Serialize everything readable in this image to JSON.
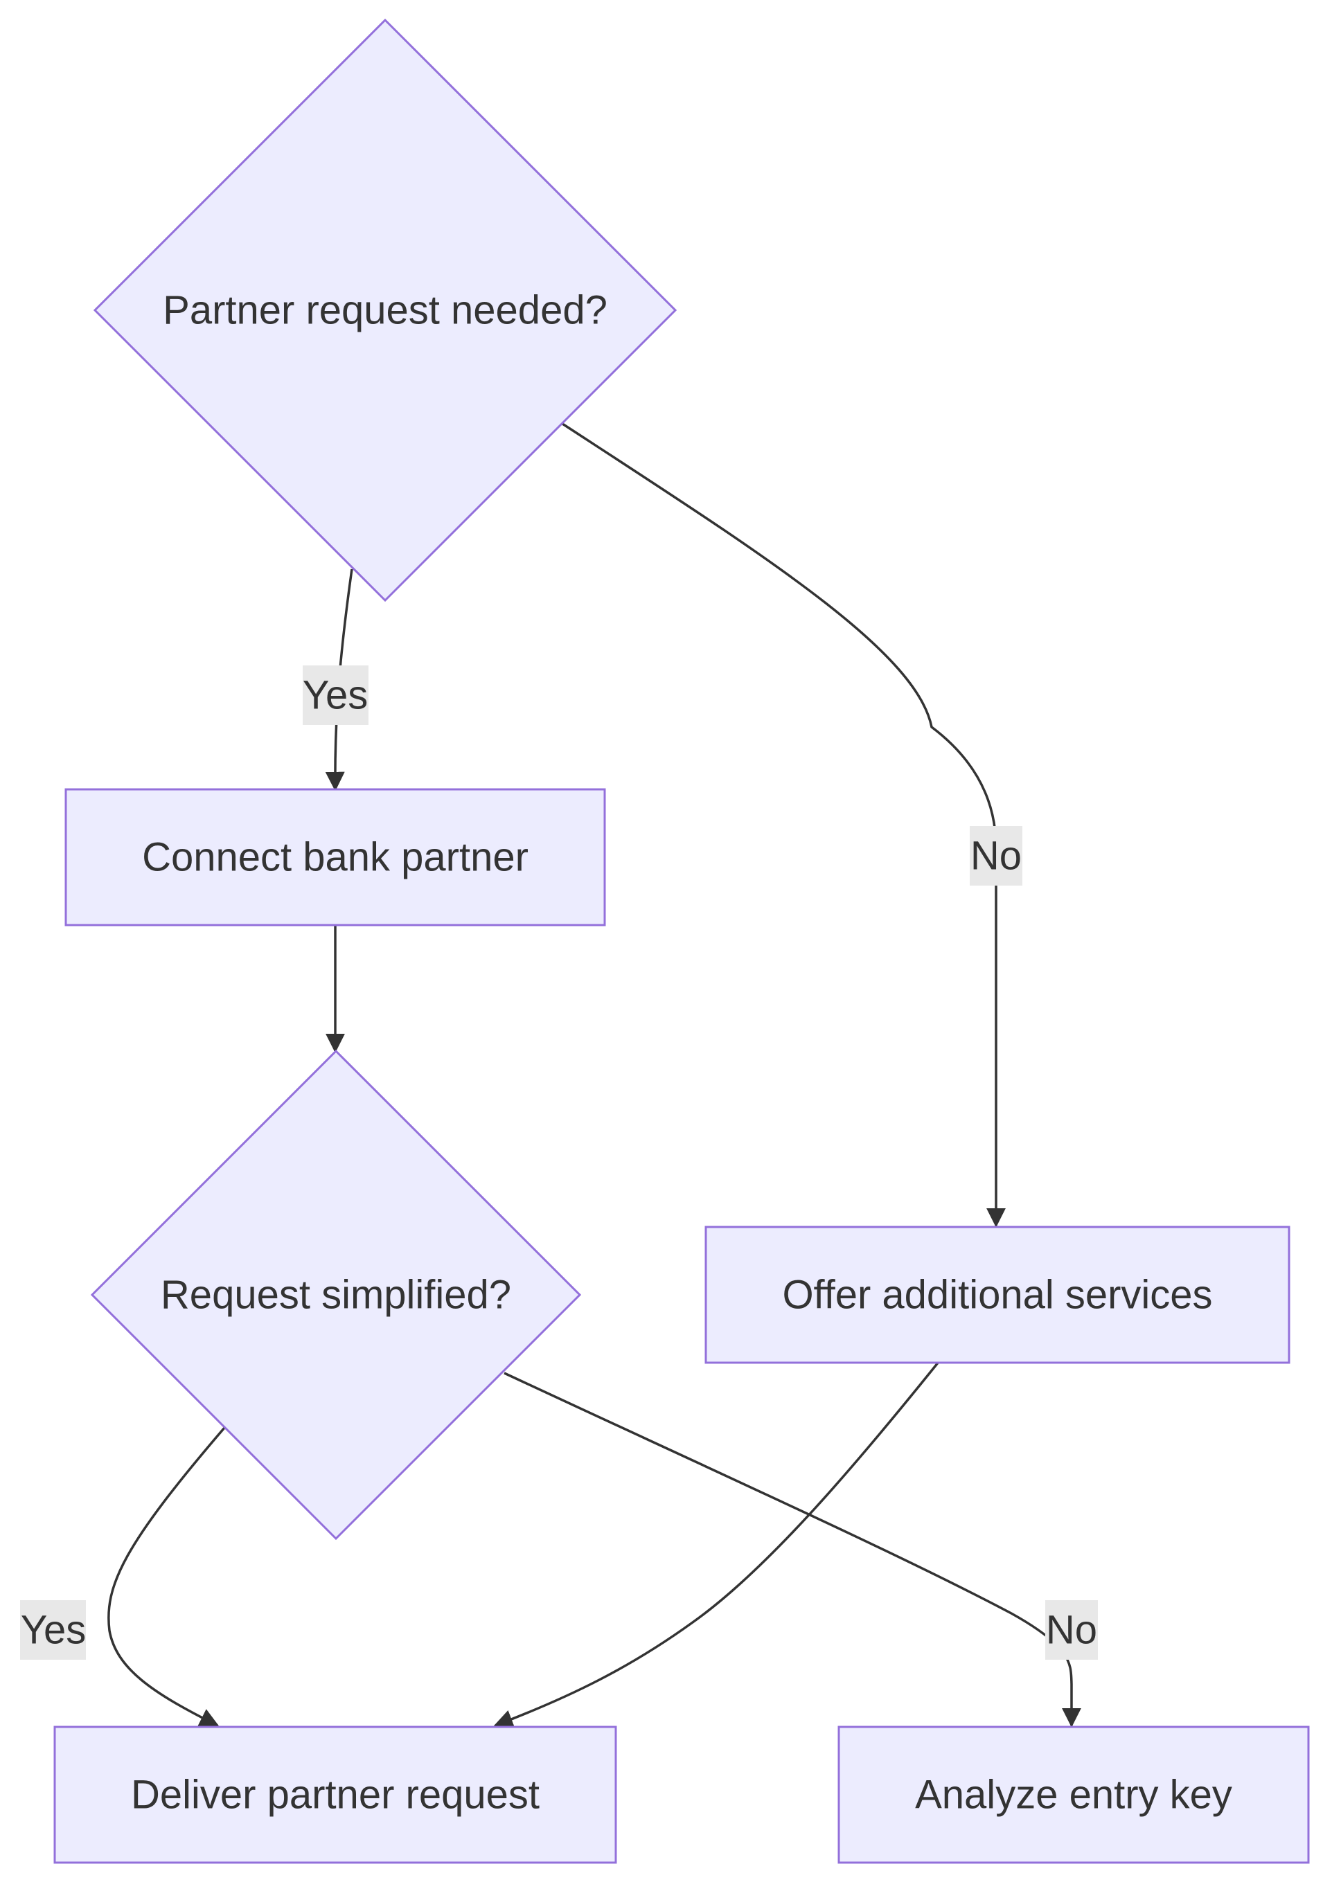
{
  "colors": {
    "node_fill": "#ececfe",
    "node_stroke": "#9370db",
    "text": "#333333",
    "edge": "#333333",
    "label_bg": "#e8e8e8"
  },
  "nodes": {
    "partner_request_needed": {
      "label": "Partner request needed?",
      "shape": "diamond"
    },
    "connect_bank_partner": {
      "label": "Connect bank partner",
      "shape": "rect"
    },
    "request_simplified": {
      "label": "Request simplified?",
      "shape": "diamond"
    },
    "offer_additional_services": {
      "label": "Offer additional services",
      "shape": "rect"
    },
    "deliver_partner_request": {
      "label": "Deliver partner request",
      "shape": "rect"
    },
    "analyze_entry_key": {
      "label": "Analyze entry key",
      "shape": "rect"
    }
  },
  "edges": {
    "needed_yes": {
      "from": "Partner request needed?",
      "to": "Connect bank partner",
      "label": "Yes"
    },
    "needed_no": {
      "from": "Partner request needed?",
      "to": "Offer additional services",
      "label": "No"
    },
    "connect_to_simplified": {
      "from": "Connect bank partner",
      "to": "Request simplified?",
      "label": ""
    },
    "simplified_yes": {
      "from": "Request simplified?",
      "to": "Deliver partner request",
      "label": "Yes"
    },
    "simplified_no": {
      "from": "Request simplified?",
      "to": "Analyze entry key",
      "label": "No"
    },
    "offer_to_deliver": {
      "from": "Offer additional services",
      "to": "Deliver partner request",
      "label": ""
    }
  }
}
